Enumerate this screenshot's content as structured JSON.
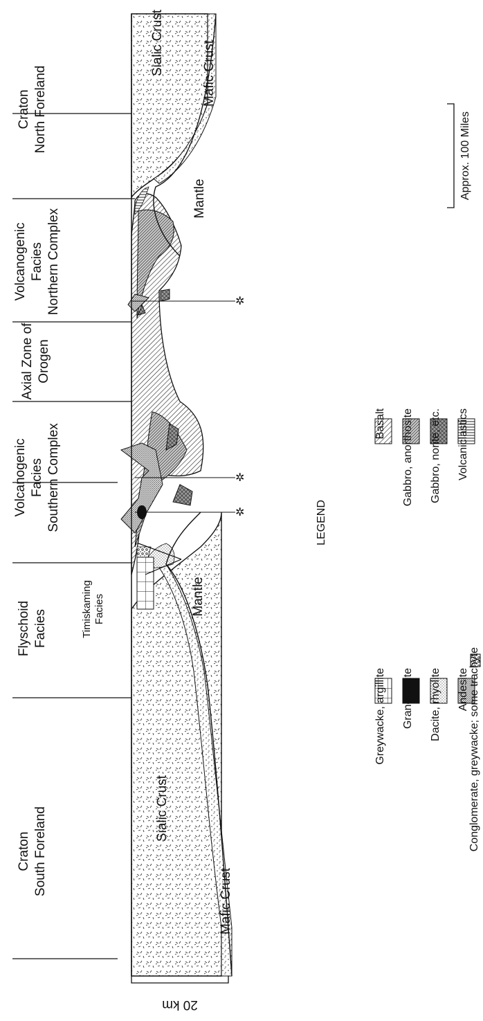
{
  "zones": {
    "craton_south": [
      "Craton",
      "South Foreland"
    ],
    "flyschoid": [
      "Flyschoid",
      "Facies"
    ],
    "volc_south": [
      "Volcanogenic",
      "Facies",
      "Southern Complex"
    ],
    "axial": [
      "Axial Zone of",
      "Orogen"
    ],
    "volc_north": [
      "Volcanogenic",
      "Facies",
      "Northern Complex"
    ],
    "craton_north": [
      "Craton",
      "North Foreland"
    ]
  },
  "section_labels": {
    "sialic_crust_south": "Sialic Crust",
    "mafic_crust_south": "Mafic Crust",
    "sialic_crust_north": "Sialic Crust",
    "mafic_crust_north": "Mafic Crust",
    "mantle_south": "Mantle",
    "mantle_north": "Mantle",
    "timiskaming": [
      "Timiskaming",
      "Facies"
    ]
  },
  "legend": {
    "title": "LEGEND",
    "items": [
      {
        "label": "Greywacke, argillite",
        "pattern": "grid"
      },
      {
        "label": "Granodiorite",
        "pattern": "solid-black"
      },
      {
        "label": "Dacite, rhyolite",
        "pattern": "stipple"
      },
      {
        "label": "Andesite",
        "pattern": "dense-stipple"
      },
      {
        "label": "Conglomerate, greywacke; some trachyte",
        "pattern": "conglomerate"
      },
      {
        "label": "Basalt",
        "pattern": "diagonal"
      },
      {
        "label": "Gabbro, anorthosite",
        "pattern": "dense-diagonal"
      },
      {
        "label": "Gabbro, norite, etc.",
        "pattern": "crosshatch"
      },
      {
        "label": "Volcaniclastics",
        "pattern": "vertical-lines"
      }
    ]
  },
  "scale": {
    "vertical": "20 km",
    "horizontal": "Approx. 100 Miles"
  }
}
